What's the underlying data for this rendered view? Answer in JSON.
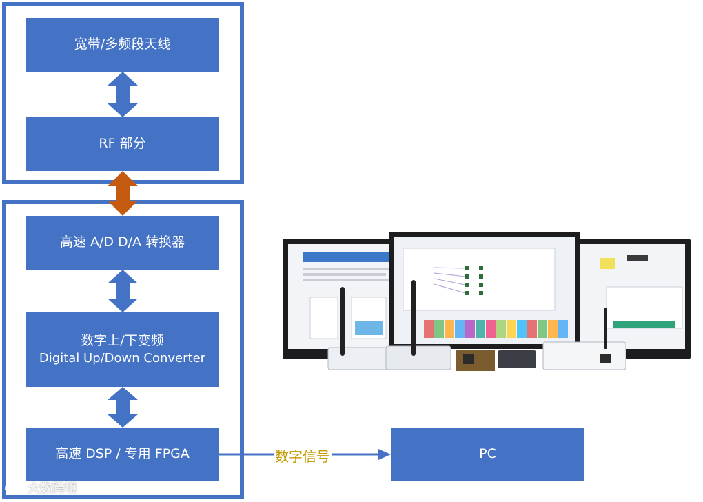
{
  "blocks": {
    "antenna": "宽带/多频段天线",
    "rf": "RF 部分",
    "adc_dac": "高速 A/D D/A 转换器",
    "ddc_duc_cn": "数字上/下变频",
    "ddc_duc_en": "Digital Up/Down Converter",
    "dsp_fpga": "高速 DSP / 专用 FPGA",
    "pc": "PC"
  },
  "connection_label": "数字信号",
  "watermark": "大数跨境",
  "colors": {
    "block_blue": "#4472c4",
    "rf_link_orange": "#c55a11",
    "label_gold": "#c49a00"
  }
}
